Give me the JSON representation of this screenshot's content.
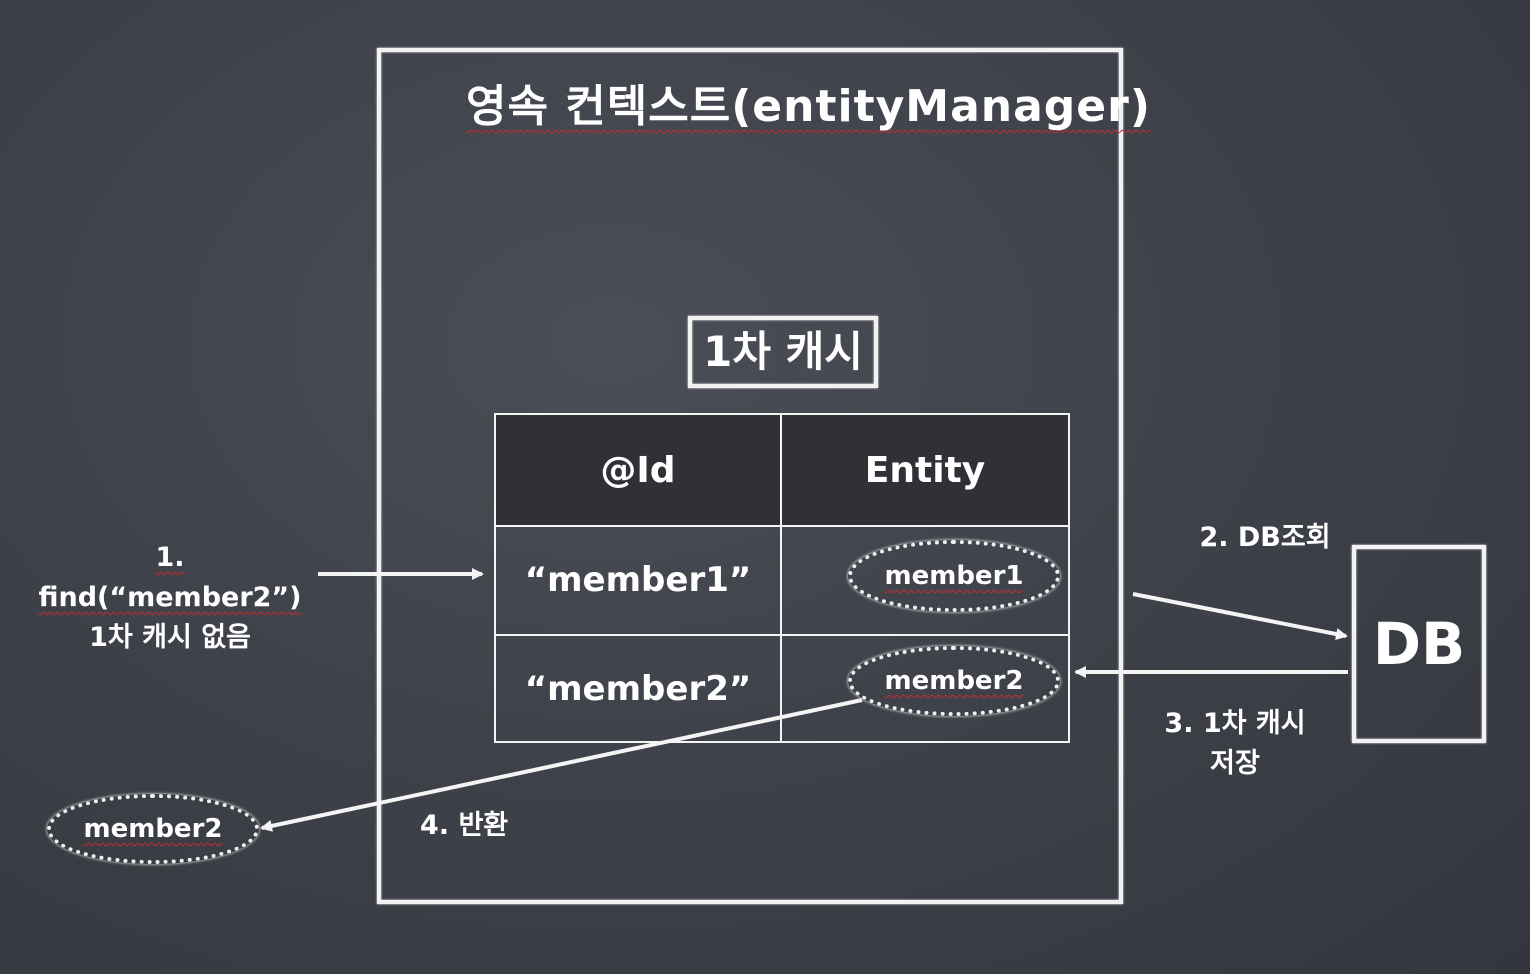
{
  "title": "영속 컨텍스트(entityManager)",
  "cache_label": "1차 캐시",
  "table": {
    "headers": [
      "@Id",
      "Entity"
    ],
    "rows": [
      {
        "id": "“member1”",
        "entity": "member1"
      },
      {
        "id": "“member2”",
        "entity": "member2"
      }
    ]
  },
  "db_label": "DB",
  "steps": {
    "step1_line1": "1. find(“member2”)",
    "step1_line2": "1차 캐시 없음",
    "step2": "2. DB조회",
    "step3_line1": "3. 1차 캐시",
    "step3_line2": "저장",
    "step4": "4. 반환"
  },
  "returned_entity": "member2",
  "colors": {
    "chalk": "#f2f2f2",
    "board": "#3f424a",
    "spellcheck_underline": "#cc2a2a"
  }
}
